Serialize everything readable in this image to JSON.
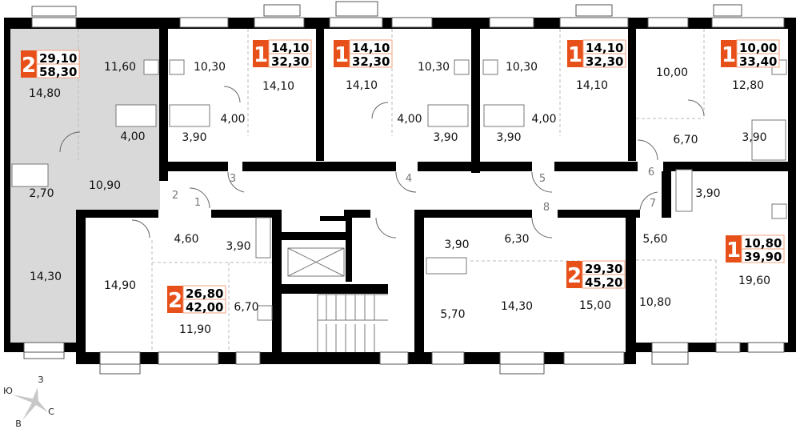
{
  "colors": {
    "badge": "#e8501a",
    "unit_highlight": "#d9d9d9",
    "wall": "#000000"
  },
  "apartments": [
    {
      "rooms": "2",
      "living": "29,10",
      "total": "58,30",
      "highlighted": true
    },
    {
      "rooms": "1",
      "living": "14,10",
      "total": "32,30"
    },
    {
      "rooms": "1",
      "living": "14,10",
      "total": "32,30"
    },
    {
      "rooms": "1",
      "living": "14,10",
      "total": "32,30"
    },
    {
      "rooms": "1",
      "living": "10,00",
      "total": "33,40"
    },
    {
      "rooms": "2",
      "living": "26,80",
      "total": "42,00"
    },
    {
      "rooms": "2",
      "living": "29,30",
      "total": "45,20"
    },
    {
      "rooms": "1",
      "living": "10,80",
      "total": "39,90"
    }
  ],
  "rooms": [
    "14,80",
    "11,60",
    "4,00",
    "10,90",
    "2,70",
    "14,30",
    "10,30",
    "14,10",
    "4,00",
    "3,90",
    "14,10",
    "10,30",
    "4,00",
    "3,90",
    "10,30",
    "14,10",
    "4,00",
    "3,90",
    "10,00",
    "12,80",
    "6,70",
    "3,90",
    "3,90",
    "4,60",
    "3,90",
    "14,90",
    "11,90",
    "6,70",
    "3,90",
    "6,30",
    "5,70",
    "14,30",
    "15,00",
    "5,60",
    "19,60",
    "10,80"
  ],
  "doors": [
    "1",
    "2",
    "3",
    "4",
    "5",
    "6",
    "7",
    "8"
  ],
  "compass": {
    "west": "З",
    "south": "Ю",
    "north": "С",
    "east": "В"
  }
}
